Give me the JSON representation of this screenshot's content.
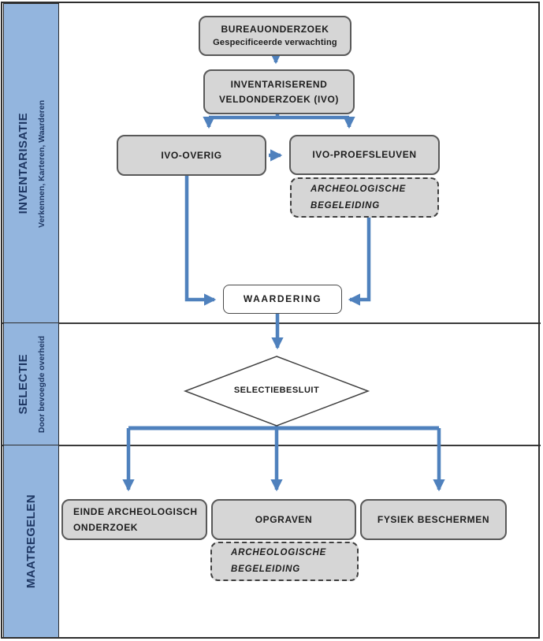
{
  "sidebar": {
    "sections": [
      {
        "title": "INVENTARISATIE",
        "subtitle": "Verkennen, Karteren, Waarderen"
      },
      {
        "title": "SELECTIE",
        "subtitle": "Door bevoegde overheid"
      },
      {
        "title": "MAATREGELEN",
        "subtitle": ""
      }
    ]
  },
  "flowchart": {
    "bureauonderzoek": {
      "title": "BUREAUONDERZOEK",
      "subtitle": "Gespecificeerde verwachting"
    },
    "ivo": {
      "line1": "INVENTARISEREND",
      "line2": "VELDONDERZOEK (IVO)"
    },
    "ivo_overig": {
      "label": "IVO-OVERIG"
    },
    "ivo_proefsleuven": {
      "label": "IVO-PROEFSLEUVEN"
    },
    "arch_begeleiding_boven": {
      "line1": "ARCHEOLOGISCHE",
      "line2": "BEGELEIDING"
    },
    "waardering": {
      "label": "WAARDERING"
    },
    "selectiebesluit": {
      "label": "SELECTIEBESLUIT"
    },
    "einde_onderzoek": {
      "line1": "EINDE ARCHEOLOGISCH",
      "line2": "ONDERZOEK"
    },
    "opgraven": {
      "label": "OPGRAVEN"
    },
    "fysiek_beschermen": {
      "label": "FYSIEK BESCHERMEN"
    },
    "arch_begeleiding_onder": {
      "line1": "ARCHEOLOGISCHE",
      "line2": "BEGELEIDING"
    }
  },
  "colors": {
    "band": "#93b5de",
    "band_text": "#1f3864",
    "node_fill": "#d6d6d6",
    "node_border": "#595959",
    "arrow": "#4f81bd",
    "frame": "#2e2e2e"
  }
}
